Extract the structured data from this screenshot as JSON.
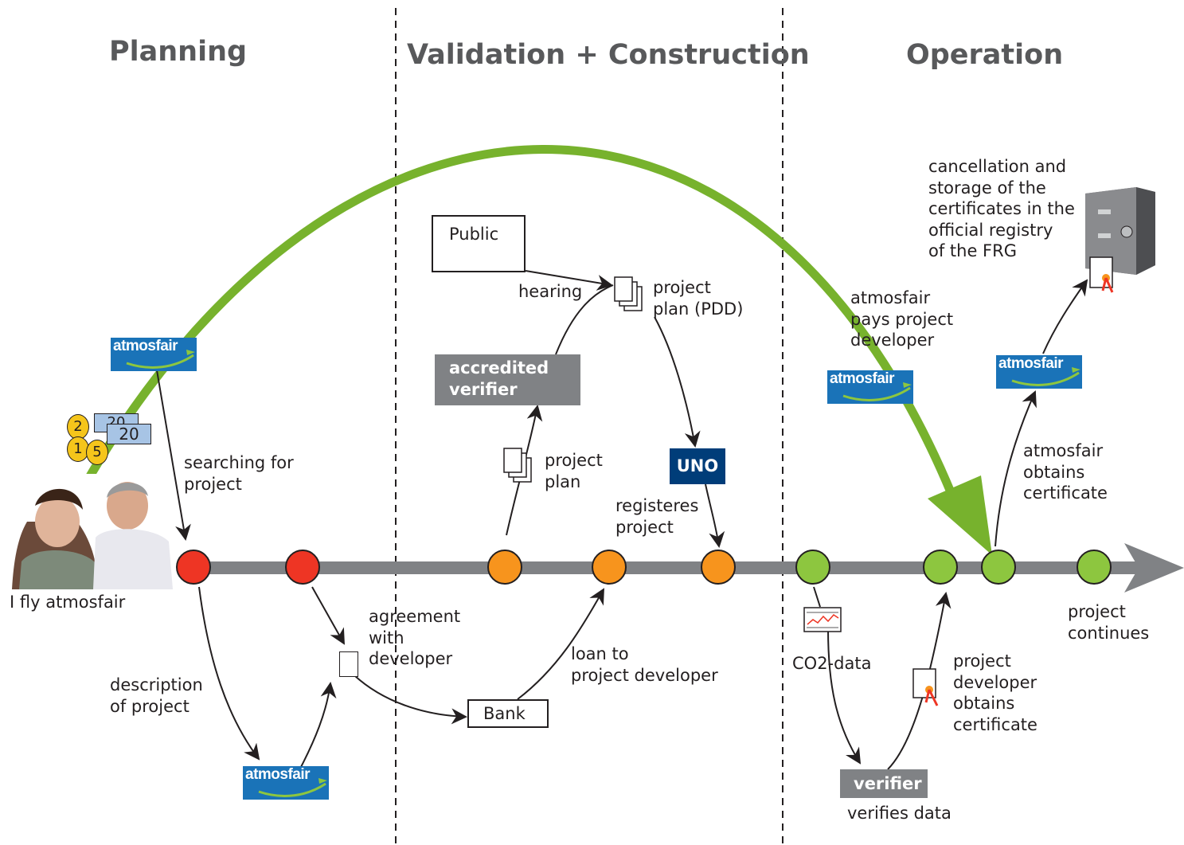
{
  "phases": {
    "planning": "Planning",
    "validation": "Validation + Construction",
    "operation": "Operation"
  },
  "colors": {
    "timeline": "#808285",
    "arc": "#77b22d",
    "planning_node": "#ee3524",
    "construction_node": "#f7941d",
    "operation_node": "#8dc63f",
    "logo_blue": "#1a73b8",
    "uno_blue": "#003d79",
    "dark_box": "#808285"
  },
  "icons": {
    "logo": "atmosfair-logo",
    "people": "people-photo-icon",
    "money": "money-coins-bills-icon",
    "document": "document-icon",
    "document_stack": "document-stack-icon",
    "chart": "co2-chart-icon",
    "certificate": "certificate-icon",
    "safe": "registry-safe-icon"
  },
  "logo_text": "atmosfair",
  "money": {
    "coins": [
      "2",
      "1",
      "5"
    ],
    "bill_back": "20",
    "bill_front": "20"
  },
  "labels": {
    "i_fly": "I fly atmosfair",
    "searching": "searching for\nproject",
    "description": "description\nof project",
    "agreement": "agreement\nwith\ndeveloper",
    "bank": "Bank",
    "loan": "loan to\nproject developer",
    "public": "Public",
    "hearing": "hearing",
    "pdd": "project\nplan (PDD)",
    "accredited_verifier": "accredited\nverifier",
    "project_plan": "project\nplan",
    "uno": "UNO",
    "registeres": "registeres\nproject",
    "atmosfair_pays": "atmosfair\npays project\ndeveloper",
    "cancellation": "cancellation and\nstorage of the\ncertificates in the\nofficial registry\nof the FRG",
    "atmosfair_obtains": "atmosfair\nobtains\ncertificate",
    "project_continues": "project\ncontinues",
    "co2_data": "CO2-data",
    "developer_obtains": "project\ndeveloper\nobtains\ncertificate",
    "verifier": "verifier",
    "verifies_data": "verifies data"
  }
}
